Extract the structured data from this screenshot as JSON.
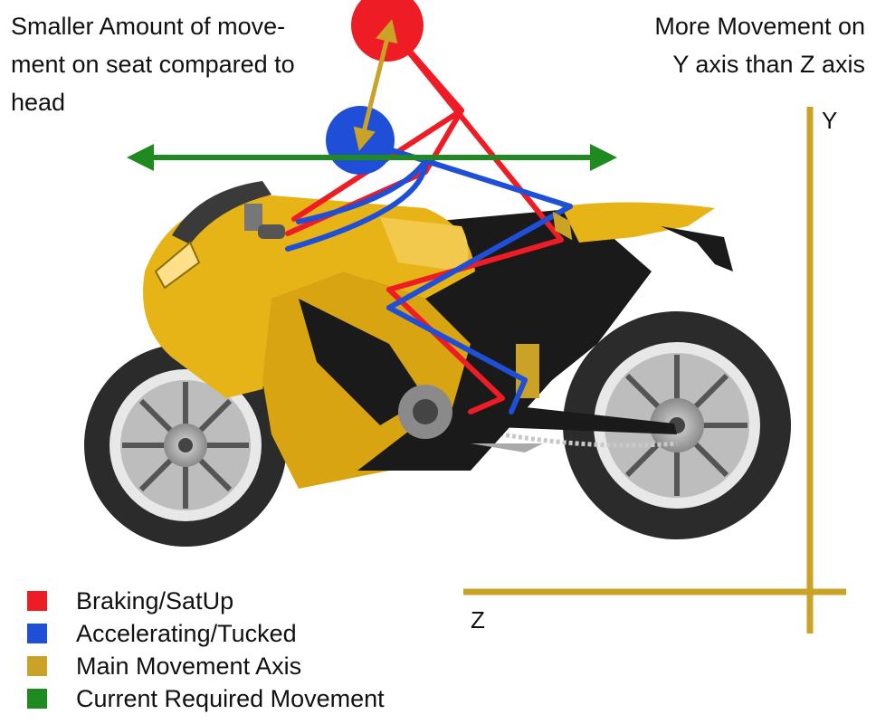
{
  "notes": {
    "seat_vs_head": "Smaller Amount of move-\nment on seat compared to\nhead",
    "axis_comparison": "More Movement on\nY axis than Z axis"
  },
  "axes": {
    "y_label": "Y",
    "z_label": "Z"
  },
  "legend": [
    {
      "label": "Braking/SatUp",
      "color": "#ee1c24"
    },
    {
      "label": "Accelerating/Tucked",
      "color": "#1f4fd6"
    },
    {
      "label": "Main Movement Axis",
      "color": "#c9a227"
    },
    {
      "label": "Current Required Movement",
      "color": "#1f8a1f"
    }
  ],
  "colors": {
    "braking": "#ee1c24",
    "accelerating": "#1f4fd6",
    "main_axis": "#c9a227",
    "required_movement": "#1f8a1f",
    "bike_body": "#e6b417",
    "bike_shadow": "#1a1a1a",
    "tire": "#2b2b2b"
  },
  "icons": [
    "motorcycle-illustration",
    "rider-head-braking",
    "rider-head-accelerating",
    "double-arrow-horizontal",
    "double-arrow-vertical"
  ]
}
